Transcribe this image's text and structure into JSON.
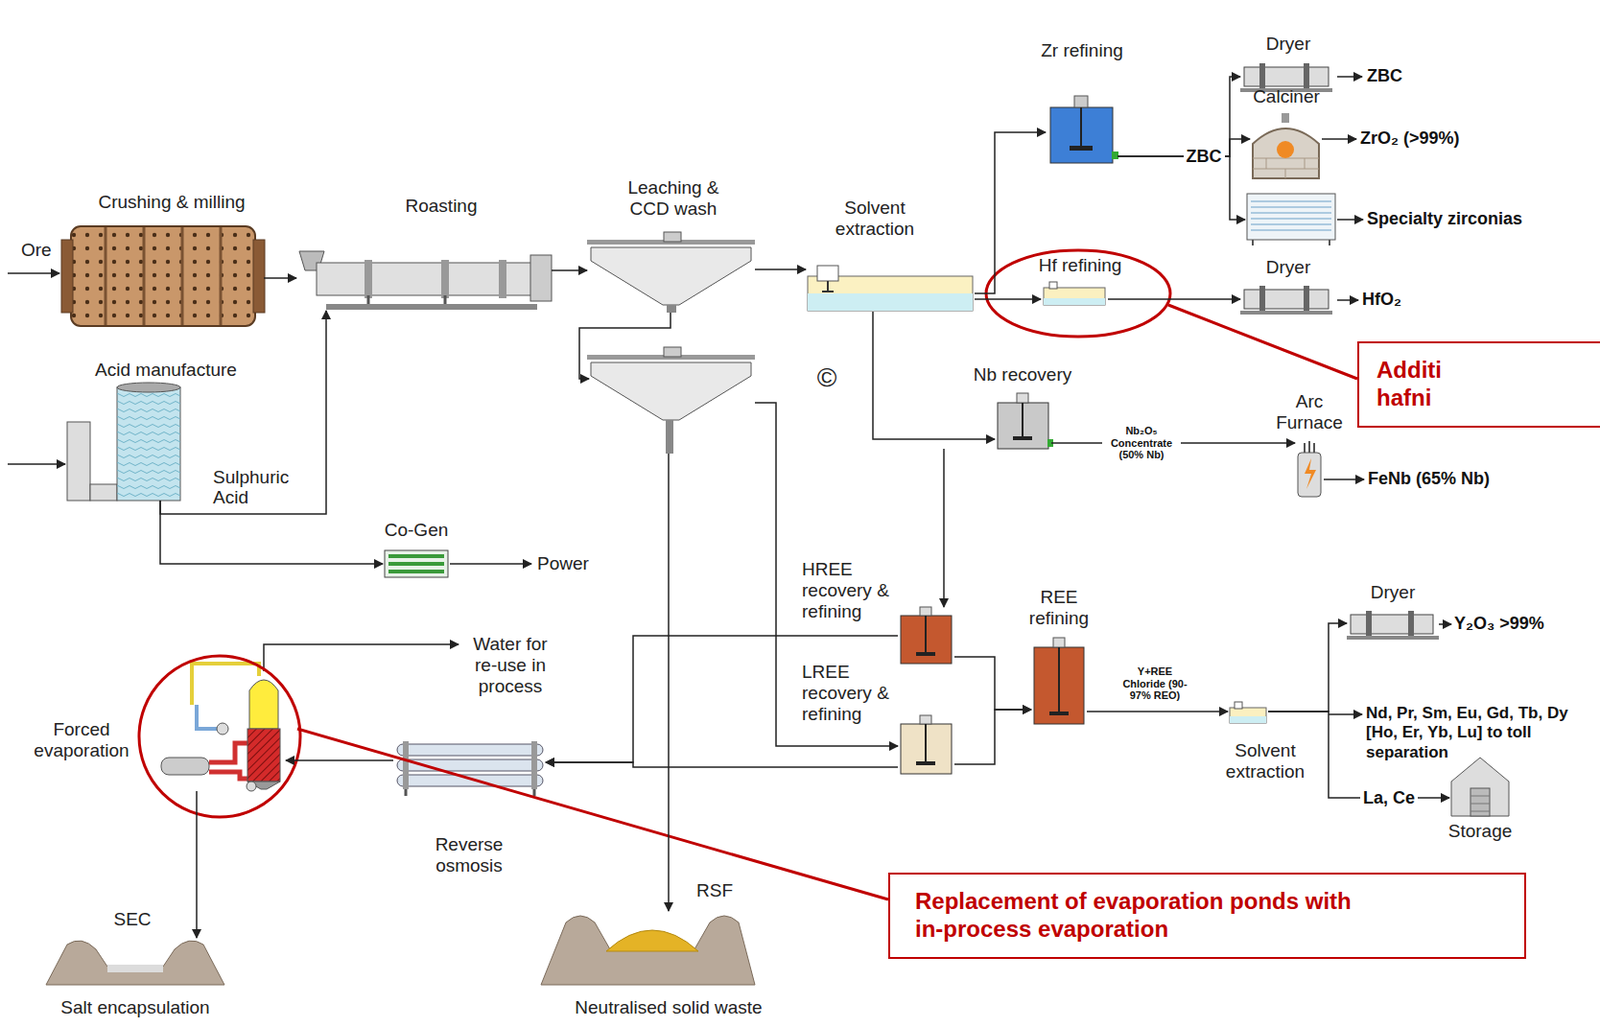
{
  "diagram": {
    "nodes": [
      {
        "text": [
          "Crushing & milling"
        ]
      },
      {
        "text": [
          "Roasting"
        ]
      },
      {
        "text": [
          "Leaching & CCD wash"
        ]
      },
      {
        "text": [
          "Solvent extraction"
        ]
      },
      {
        "text": [
          "Zr refining"
        ]
      },
      {
        "text": [
          "Dryer"
        ]
      },
      {
        "text": [
          "Calciner"
        ]
      },
      {
        "text": [
          "Hf refining"
        ]
      },
      {
        "text": [
          "Dryer"
        ]
      },
      {
        "text": [
          "Additi hafni"
        ]
      },
      {
        "text": [
          "Acid manufacture"
        ]
      },
      {
        "text": [
          "Nb recovery"
        ]
      },
      {
        "text": [
          "Arc Furnace"
        ]
      },
      {
        "text": [
          "Co-Gen"
        ]
      },
      {
        "text": [
          "HREE recovery & refining"
        ]
      },
      {
        "text": [
          "REE refining"
        ]
      },
      {
        "text": [
          "Dryer"
        ]
      },
      {
        "text": [
          "LREE recovery & refining"
        ]
      },
      {
        "text": [
          "Solvent extraction"
        ]
      },
      {
        "text": [
          "Storage"
        ]
      },
      {
        "text": [
          "Forced evaporation"
        ]
      },
      {
        "text": [
          "Reverse osmosis"
        ]
      },
      {
        "text": [
          "SEC",
          "Salt encapsulation"
        ]
      },
      {
        "text": [
          "RSF",
          "Neutralised solid waste"
        ]
      },
      {
        "text": [
          "Replacement of evaporation ponds with in-process evaporation"
        ]
      }
    ],
    "edges": [
      {
        "from": 0,
        "to": 1,
        "arrow": "to"
      },
      {
        "from": 10,
        "to": 1,
        "arrow": "to"
      },
      {
        "from": 10,
        "to": 13,
        "arrow": "to"
      },
      {
        "from": 1,
        "to": 2,
        "arrow": "to"
      },
      {
        "from": 2,
        "to": 3,
        "arrow": "to"
      },
      {
        "from": 3,
        "to": 4,
        "arrow": "to"
      },
      {
        "from": 3,
        "to": 7,
        "arrow": "to"
      },
      {
        "from": 3,
        "to": 11,
        "arrow": "to"
      },
      {
        "from": 4,
        "to": 5,
        "arrow": "to"
      },
      {
        "from": 4,
        "to": 6,
        "arrow": "to"
      },
      {
        "from": 7,
        "to": 8,
        "arrow": "to"
      },
      {
        "from": 11,
        "to": 12,
        "label": "Nb₂O₅ Concentrate (50% Nb)",
        "arrow": "to"
      },
      {
        "from": 11,
        "to": 14,
        "arrow": "to"
      },
      {
        "from": 14,
        "to": 15,
        "arrow": "to"
      },
      {
        "from": 17,
        "to": 15,
        "arrow": "to"
      },
      {
        "from": 15,
        "to": 18,
        "arrow": "to"
      },
      {
        "from": 18,
        "to": 16,
        "arrow": "to"
      },
      {
        "from": 18,
        "to": 19,
        "label": "La, Ce",
        "arrow": "to"
      },
      {
        "from": 2,
        "to": 17,
        "arrow": "to"
      },
      {
        "from": 14,
        "to": 21,
        "arrow": "to"
      },
      {
        "from": 17,
        "to": 21,
        "arrow": "to"
      },
      {
        "from": 2,
        "to": 23,
        "arrow": "to"
      },
      {
        "from": 21,
        "to": 20,
        "arrow": "to"
      },
      {
        "from": 20,
        "to": 22,
        "arrow": "to"
      }
    ],
    "labels": [
      "Ore",
      "Sulphuric Acid",
      "Power",
      "ZBC",
      "ZBC",
      "ZrO₂ (>99%)",
      "Specialty zirconias",
      "HfO₂",
      "©",
      "FeNb (65% Nb)",
      "Y+REE Chloride (90-97% REO)",
      "Y₂O₃ >99%",
      "Nd, Pr, Sm, Eu, Gd, Tb, Dy [Ho, Er, Yb, Lu] to toll separation",
      "Water for re-use in process"
    ]
  }
}
